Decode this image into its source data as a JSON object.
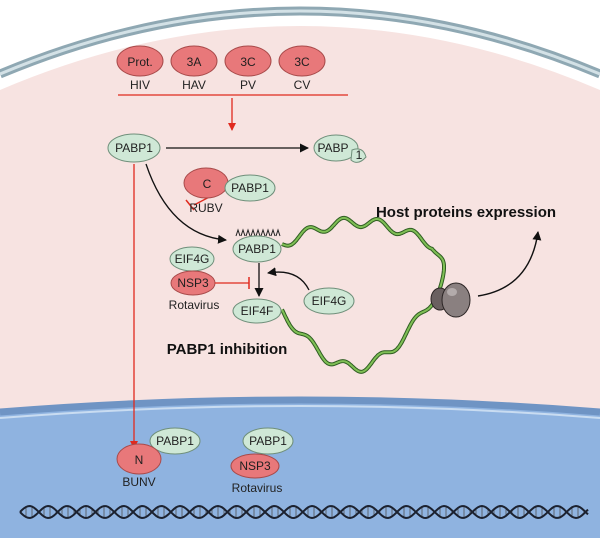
{
  "colors": {
    "cytoplasm": "#f7e3e1",
    "membrane": "#a9bfc8",
    "nucleus": "#8fb3e0",
    "viral": "#e8787a",
    "host": "#cfe8d6",
    "red_arrow": "#e02a1e",
    "mrna": "#5a9a3c"
  },
  "icons": {
    "ribosome": "ribosome-icon",
    "dna": "dna-helix-icon",
    "polya": "polya-tail-icon"
  },
  "proteases": [
    {
      "protein": "Prot.",
      "virus": "HIV"
    },
    {
      "protein": "3A",
      "virus": "HAV"
    },
    {
      "protein": "3C",
      "virus": "PV"
    },
    {
      "protein": "3C",
      "virus": "CV"
    }
  ],
  "pabp1": {
    "label": "PABP1",
    "cleaved_label_a": "PABP",
    "cleaved_label_b": "1"
  },
  "rubv": {
    "protein": "C",
    "partner": "PABP1",
    "virus": "RUBV"
  },
  "translation": {
    "pabp_label": "PABP1",
    "eif4g_label": "EIF4G",
    "nsp3_label": "NSP3",
    "virus": "Rotavirus",
    "eif4f_label": "EIF4F",
    "eif4g_free_label": "EIF4G"
  },
  "host_expression_label": "Host proteins expression",
  "inhibition_label": "PABP1 inhibition",
  "nucleus": {
    "bunv": {
      "protein": "N",
      "partner": "PABP1",
      "virus": "BUNV"
    },
    "rota": {
      "protein": "NSP3",
      "partner": "PABP1",
      "virus": "Rotavirus"
    }
  }
}
